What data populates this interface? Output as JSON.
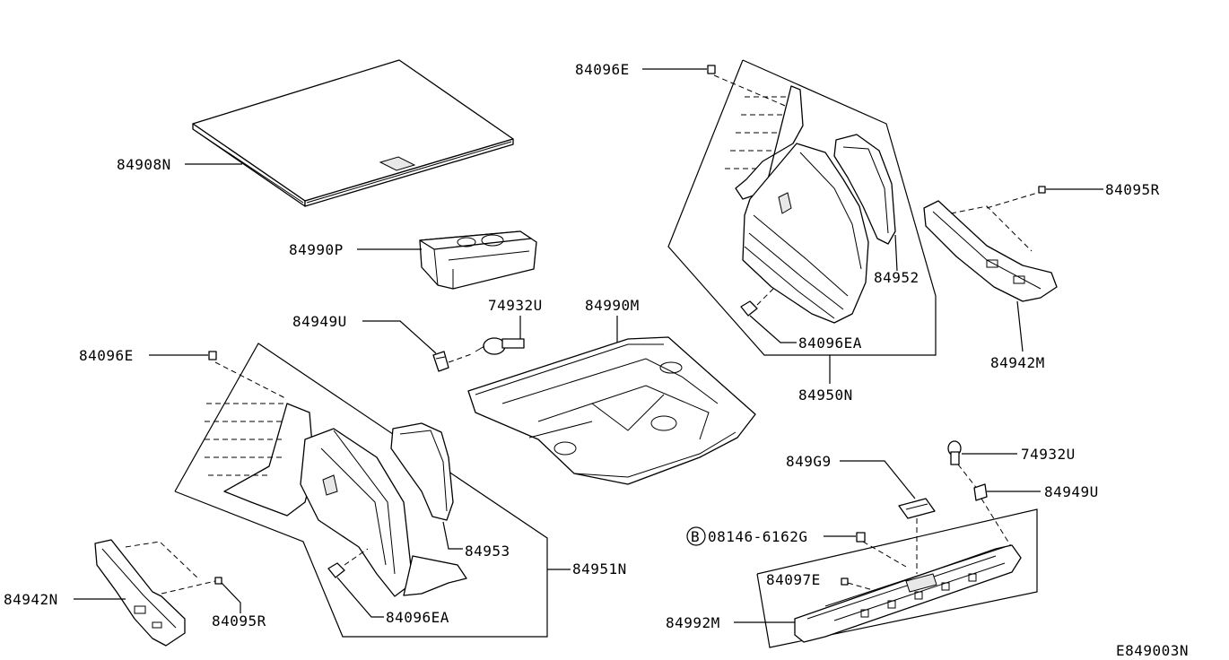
{
  "diagram_code": "E849003N",
  "labels": {
    "l_84908N": "84908N",
    "l_84990P": "84990P",
    "l_84949U_a": "84949U",
    "l_74932U_a": "74932U",
    "l_84990M": "84990M",
    "l_84096E_a": "84096E",
    "l_84096E_b": "84096E",
    "l_84095R_a": "84095R",
    "l_84952": "84952",
    "l_84096EA_a": "84096EA",
    "l_84942M": "84942M",
    "l_84950N": "84950N",
    "l_84953": "84953",
    "l_84951N": "84951N",
    "l_84096EA_b": "84096EA",
    "l_84942N": "84942N",
    "l_84095R_b": "84095R",
    "l_849G9": "849G9",
    "l_74932U_b": "74932U",
    "l_84949U_b": "84949U",
    "l_08146": "08146-6162G",
    "l_bolt_symbol": "B",
    "l_84097E": "84097E",
    "l_84992M": "84992M"
  }
}
